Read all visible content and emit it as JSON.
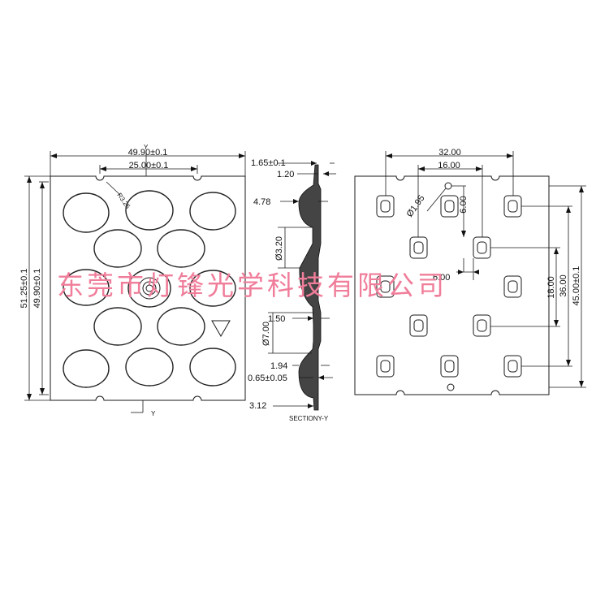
{
  "watermark": "东莞市灯锋光学科技有限公司",
  "front_view": {
    "width_dim": "49.90±0.1",
    "pitch_dim": "25.00±0.1",
    "hole_dim": "R3.25",
    "height_outer_dim": "51.25±0.1",
    "height_inner_dim": "49.90±0.1",
    "section_mark_top": "Y",
    "section_mark_bottom": "Y"
  },
  "section_view": {
    "dim_1": "1.65±0.1",
    "dim_2": "1.20",
    "dim_3": "4.78",
    "dim_4": "Ø3.20",
    "dim_5": "1.50",
    "dim_6": "Ø7.00",
    "dim_7": "1.94",
    "dim_8": "0.65±0.05",
    "dim_9": "3.12",
    "title": "SECTIONY-Y"
  },
  "back_view": {
    "dim_32": "32.00",
    "dim_16": "16.00",
    "dim_hole": "Ø1.95",
    "dim_6v": "6.00",
    "dim_6h": "6.00",
    "dim_18": "18.00",
    "dim_36": "36.00",
    "dim_45": "45.00±0.1"
  }
}
